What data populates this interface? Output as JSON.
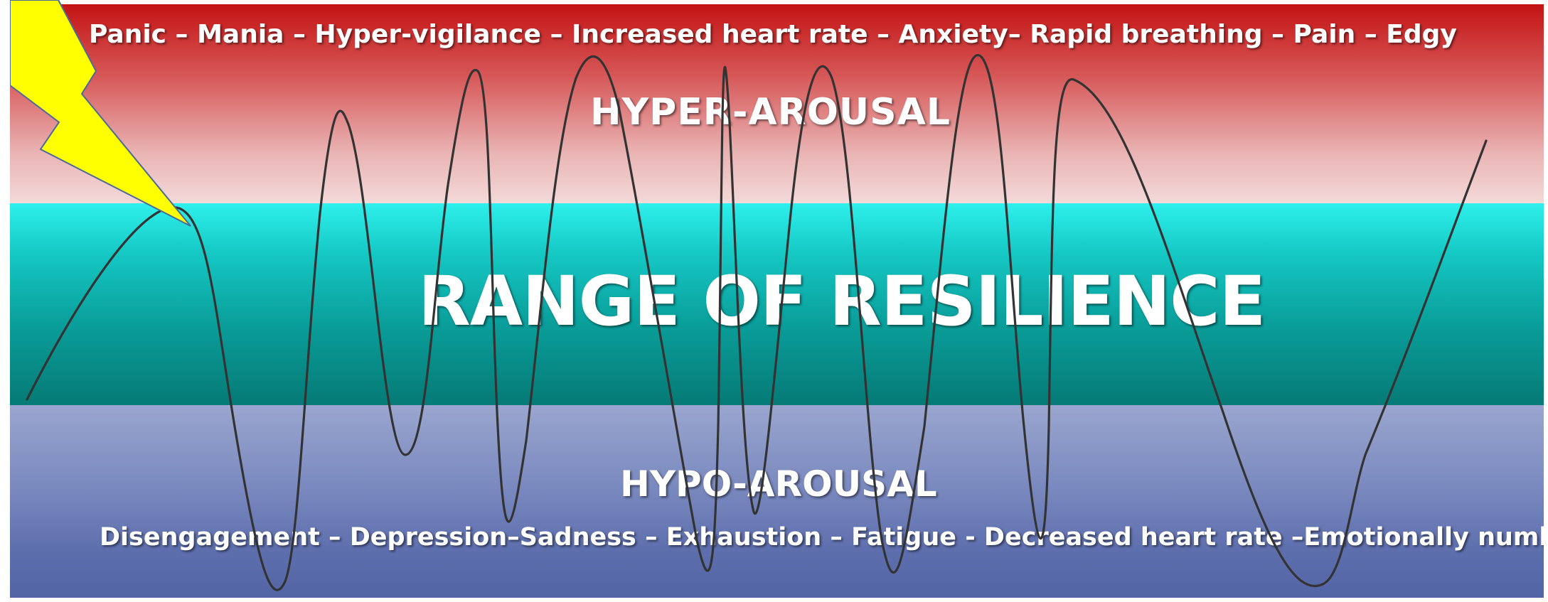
{
  "hyper": {
    "symptoms": "Panic – Mania – Hyper-vigilance – Increased heart rate – Anxiety– Rapid breathing – Pain – Edgy",
    "title": "HYPER-AROUSAL"
  },
  "resilience": {
    "title": "RANGE OF RESILIENCE"
  },
  "hypo": {
    "title": "HYPO-AROUSAL",
    "symptoms": "Disengagement – Depression–Sadness – Exhaustion – Fatigue - Decreased heart rate –Emotionally numb"
  },
  "colors": {
    "hyper_top": "#c41414",
    "resilience": "#0a9e9a",
    "hypo": "#5364a5",
    "lightning": "#ffff00",
    "wave": "#333333"
  },
  "icons": {
    "trigger": "lightning-bolt-icon"
  }
}
